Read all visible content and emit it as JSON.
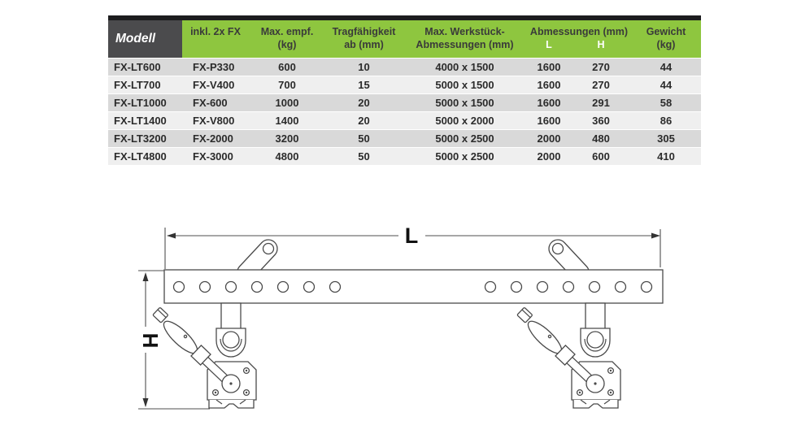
{
  "table": {
    "header": {
      "modell": "Modell",
      "inkl": "inkl. 2x FX",
      "max_1": "Max. empf.",
      "max_2": "(kg)",
      "trag_1": "Tragfähigkeit",
      "trag_2": "ab (mm)",
      "werk_1": "Max. Werkstück-",
      "werk_2": "Abmessungen (mm)",
      "abm": "Abmessungen (mm)",
      "abm_l": "L",
      "abm_h": "H",
      "gew_1": "Gewicht",
      "gew_2": "(kg)"
    },
    "rows": [
      {
        "model": "FX-LT600",
        "inkl": "FX-P330",
        "max_empf": "600",
        "trag": "10",
        "werkstueck": "4000 x 1500",
        "l": "1600",
        "h": "270",
        "gewicht": "44"
      },
      {
        "model": "FX-LT700",
        "inkl": "FX-V400",
        "max_empf": "700",
        "trag": "15",
        "werkstueck": "5000 x 1500",
        "l": "1600",
        "h": "270",
        "gewicht": "44"
      },
      {
        "model": "FX-LT1000",
        "inkl": "FX-600",
        "max_empf": "1000",
        "trag": "20",
        "werkstueck": "5000 x 1500",
        "l": "1600",
        "h": "291",
        "gewicht": "58"
      },
      {
        "model": "FX-LT1400",
        "inkl": "FX-V800",
        "max_empf": "1400",
        "trag": "20",
        "werkstueck": "5000 x 2000",
        "l": "1600",
        "h": "360",
        "gewicht": "86"
      },
      {
        "model": "FX-LT3200",
        "inkl": "FX-2000",
        "max_empf": "3200",
        "trag": "50",
        "werkstueck": "5000 x 2500",
        "l": "2000",
        "h": "480",
        "gewicht": "305"
      },
      {
        "model": "FX-LT4800",
        "inkl": "FX-3000",
        "max_empf": "4800",
        "trag": "50",
        "werkstueck": "5000 x 2500",
        "l": "2000",
        "h": "600",
        "gewicht": "410"
      }
    ]
  },
  "drawing": {
    "length_label": "L",
    "height_label": "H"
  },
  "colors": {
    "header_green": "#8ec63f",
    "modell_bg": "#4b4b4d",
    "row_dark": "#d9d9d9",
    "row_light": "#efefef",
    "line": "#4a4a4a"
  }
}
